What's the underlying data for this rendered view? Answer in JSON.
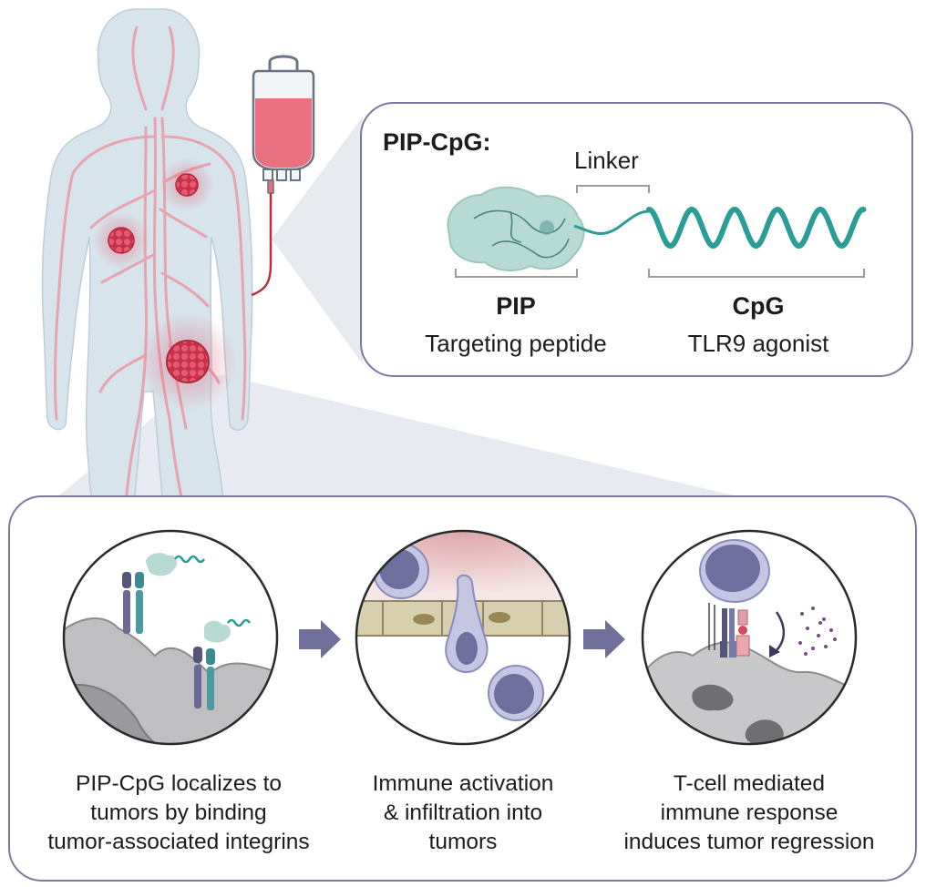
{
  "construct": {
    "title": "PIP-CpG:",
    "linker_label": "Linker",
    "pip": {
      "name": "PIP",
      "description": "Targeting peptide"
    },
    "cpg": {
      "name": "CpG",
      "description": "TLR9 agonist"
    }
  },
  "steps": [
    {
      "caption": [
        "PIP-CpG localizes to",
        "tumors by binding",
        "tumor-associated integrins"
      ]
    },
    {
      "caption": [
        "Immune activation",
        "& infiltration into",
        "tumors"
      ]
    },
    {
      "caption": [
        "T-cell mediated",
        "immune response",
        "induces tumor regression"
      ]
    }
  ],
  "colors": {
    "body": "#d8e4ec",
    "vessels": "#e8a3b0",
    "tumor": "#e0485f",
    "drug": "#e9707e",
    "peptide": "#a9d3cc",
    "dna": "#2a9d98",
    "immune_cell": "#6e6f9c",
    "arrow": "#6f6f99",
    "panel_border": "#7a7aa0"
  }
}
